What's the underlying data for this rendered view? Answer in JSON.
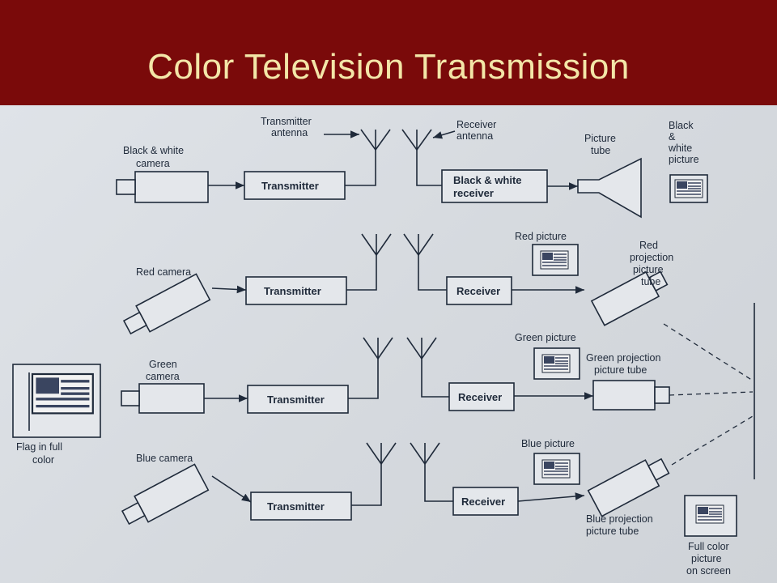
{
  "title": "Color Television Transmission",
  "labels": {
    "transmitter_antenna": [
      "Transmitter",
      "antenna"
    ],
    "receiver_antenna": [
      "Receiver",
      "antenna"
    ],
    "bw_camera": [
      "Black & white",
      "camera"
    ],
    "transmitter": "Transmitter",
    "bw_receiver": [
      "Black & white",
      "receiver"
    ],
    "picture_tube": [
      "Picture",
      "tube"
    ],
    "bw_picture": [
      "Black",
      "&",
      "white",
      "picture"
    ],
    "red_camera": "Red camera",
    "receiver": "Receiver",
    "red_picture": "Red picture",
    "red_proj_tube": [
      "Red",
      "projection",
      "picture",
      "tube"
    ],
    "green_camera": [
      "Green",
      "camera"
    ],
    "green_picture": "Green picture",
    "green_proj_tube": [
      "Green projection",
      "picture tube"
    ],
    "blue_camera": "Blue camera",
    "blue_picture": "Blue picture",
    "blue_proj_tube": [
      "Blue projection",
      "picture tube"
    ],
    "flag_full_color": [
      "Flag in full",
      "color"
    ],
    "full_color_screen": [
      "Full color",
      "picture",
      "on screen"
    ]
  }
}
